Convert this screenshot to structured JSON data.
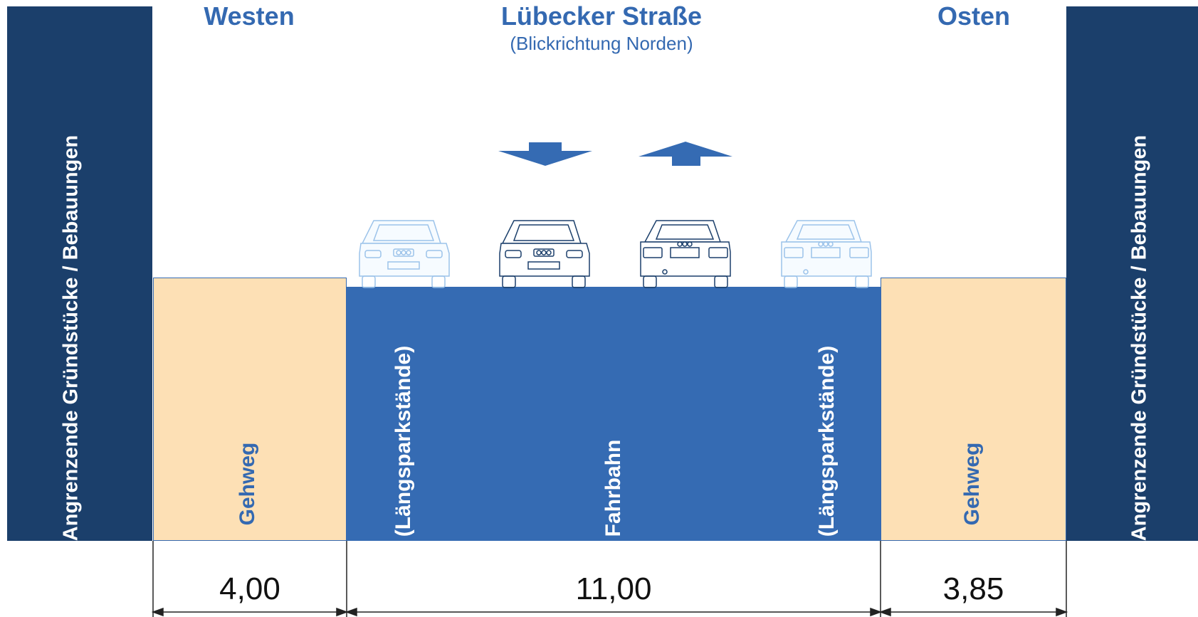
{
  "header": {
    "west": "Westen",
    "street": "Lübecker Straße",
    "view_direction": "(Blickrichtung Norden)",
    "east": "Osten"
  },
  "bands": {
    "left_label": "Angrenzende Gründstücke / Bebauungen",
    "right_label": "Angrenzende Gründstücke / Bebauungen"
  },
  "sections": {
    "west_sidewalk": "Gehweg",
    "west_parking": "(Längsparkstände)",
    "carriageway": "Fahrbahn",
    "east_parking": "(Längsparkstände)",
    "east_sidewalk": "Gehweg"
  },
  "dimensions": {
    "west_sidewalk_width": "4,00",
    "carriageway_width": "11,00",
    "east_sidewalk_width": "3,85"
  },
  "traffic": {
    "lane1_direction": "south",
    "lane2_direction": "north"
  },
  "colors": {
    "building_band": "#1b3f6b",
    "sidewalk": "#fde0b5",
    "carriageway": "#356bb3",
    "text_blue": "#3469b1"
  }
}
